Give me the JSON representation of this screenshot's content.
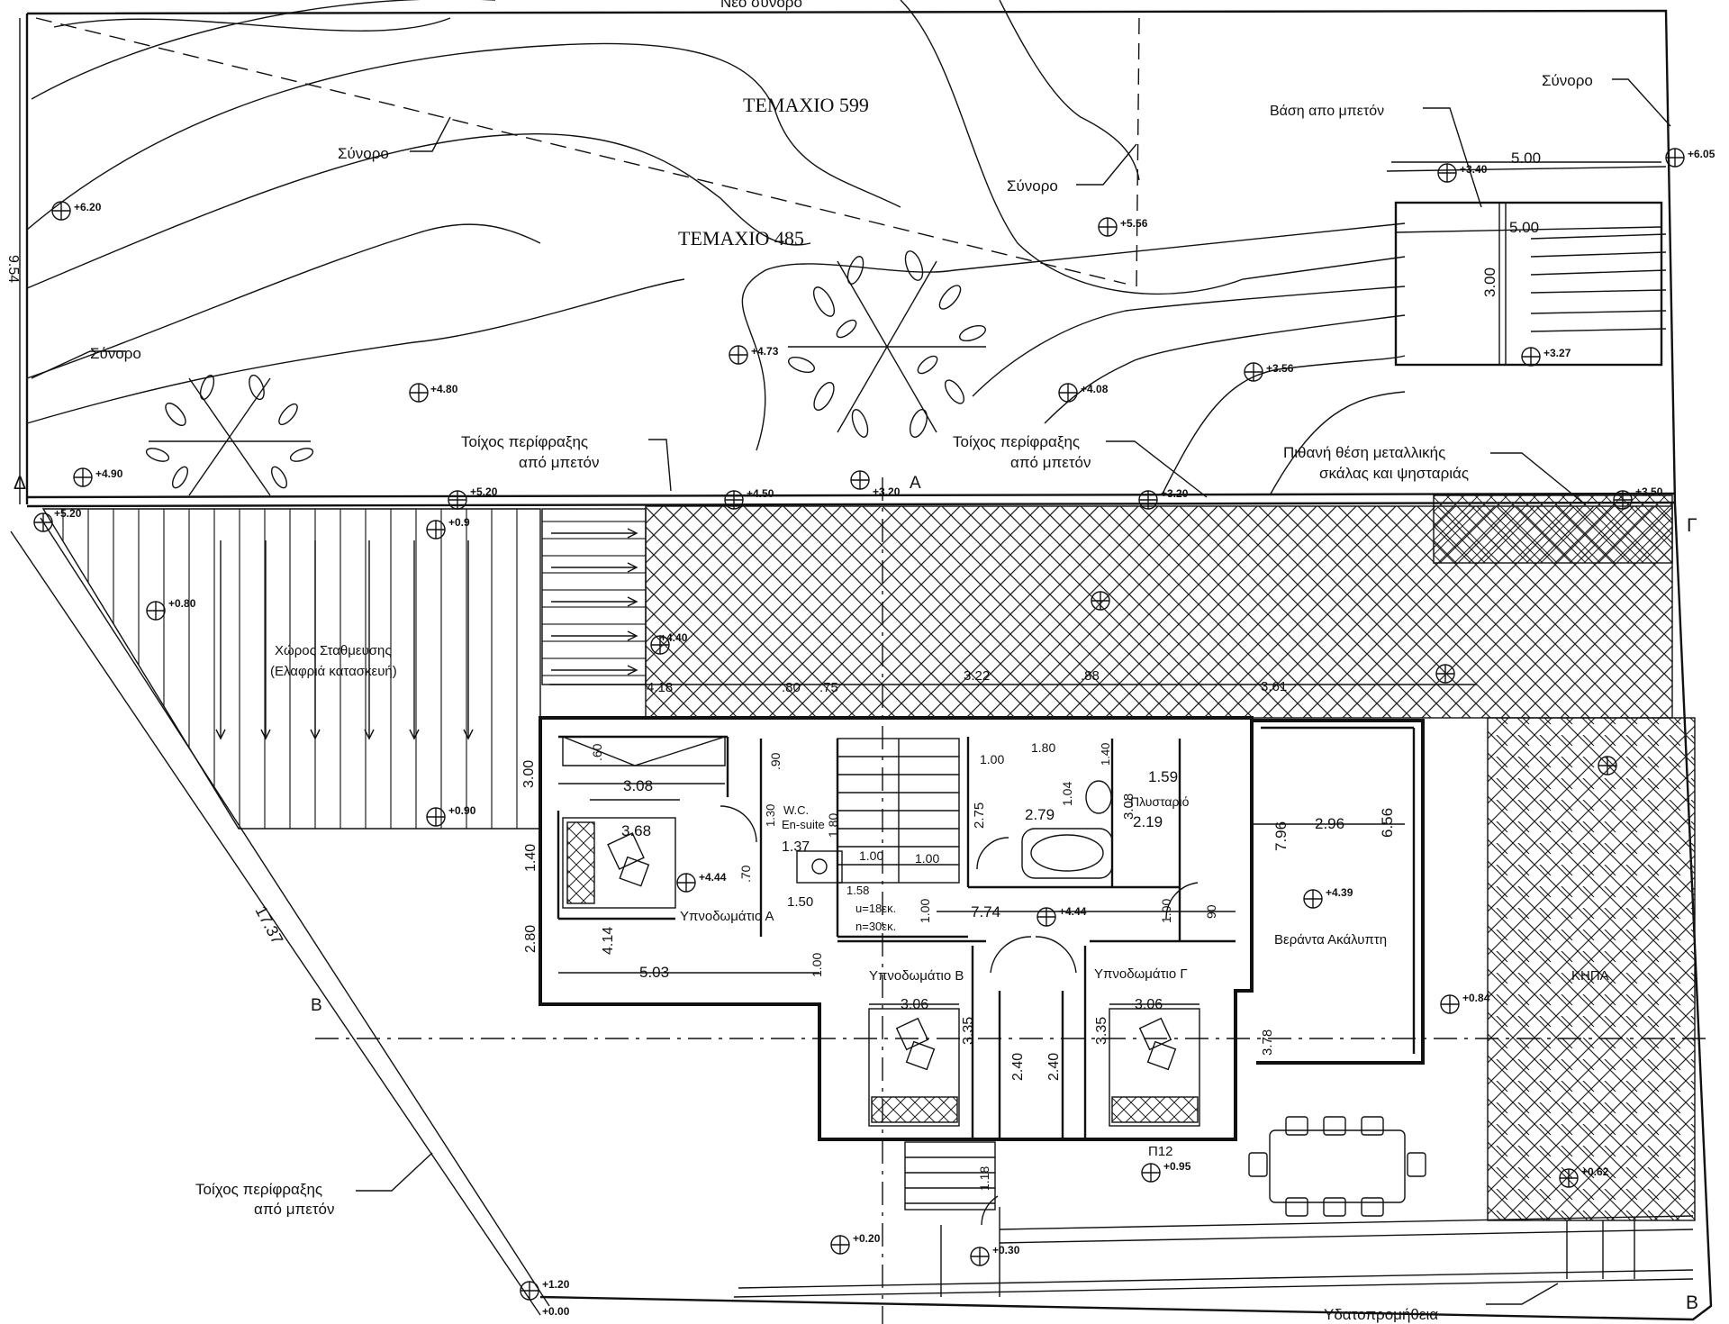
{
  "parcels": [
    "TEMAXIO 599",
    "TEMAXIO 485"
  ],
  "top_label": "Νέο σύνορο",
  "boundary_label": "Σύνορο",
  "labels": {
    "concrete_base": "Βάση απο μπετόν",
    "fence_wall_line1": "Τοίχος περίφραξης",
    "fence_wall_line2": "από μπετόν",
    "stair_line1": "Πιθανή θέση μεταλλικής",
    "stair_line2": "σκάλας και ψησταριάς",
    "parking_line1": "Χώρος Σταθμευσης",
    "parking_line2": "(Ελαφριά κατασκευή)",
    "bedroom_a": "Υπνοδωμάτιο Α",
    "bedroom_b": "Υπνοδωμάτιο Β",
    "bedroom_c": "Υπνοδωμάτιο Γ",
    "laundry": "Πλυσταριό",
    "wc": "W.C.",
    "ensuite": "En-suite",
    "veranda": "Βεράντα Ακάλυπτη",
    "garden": "ΚΗΠΑ",
    "water": "Υδατοπρομήθεια",
    "stair_u": "u=18εκ.",
    "stair_n": "n=30εκ.",
    "p12": "Π12"
  },
  "section_letters": {
    "a": "A",
    "b": "B",
    "d": "Δ",
    "g": "Γ"
  },
  "dimensions": {
    "base_w1": "5.00",
    "base_w2": "5.00",
    "base_h": "3.00",
    "left_edge": "9.54",
    "diag": "17.37",
    "d3_08": "3.08",
    "d3_68": "3.68",
    "d5_03": "5.03",
    "d4_14": "4.14",
    "d3_00": "3.00",
    "d1_40": "1.40",
    "d2_80": "2.80",
    "d60": ".60",
    "d90": ".90",
    "d1_37": "1.37",
    "d1_30": "1.30",
    "d1_80": "1.80",
    "d1_00": "1.00",
    "d70": ".70",
    "d1_50": "1.50",
    "d2_75": "2.75",
    "d2_79": "2.79",
    "d1_04": "1.04",
    "d1_59": "1.59",
    "d2_19": "2.19",
    "d3_08b": "3.08",
    "d7_74": "7.74",
    "d7_96": "7.96",
    "d2_96": "2.96",
    "d6_56": "6.56",
    "d3_06": "3.06",
    "d3_35": "3.35",
    "d2_40": "2.40",
    "d3_78": "3.78",
    "d1_18": "1.18",
    "d4_18": "4.18",
    "d80": ".80",
    "d75": ".75",
    "d3_22": "3.22",
    "d88": ".88",
    "d3_61": "3.61",
    "d1_58": "1.58",
    "d90b": "90"
  },
  "levels": {
    "l1": "+6.20",
    "l2": "+4.80",
    "l3": "+4.90",
    "l4": "+4.73",
    "l5": "+5.56",
    "l6": "+4.08",
    "l7": "+3.56",
    "l8": "+3.27",
    "l9": "+6.05",
    "l10": "+3.40",
    "l11": "+5.20",
    "l12": "+5.20",
    "l13": "+0.9",
    "l14": "+0.80",
    "l15": "+0.90",
    "l16": "+4.44",
    "l17": "+4.44",
    "l18": "+4.39",
    "l19": "+0.84",
    "l20": "+0.95",
    "l21": "+0.20",
    "l22": "+0.30",
    "l23": "+1.20",
    "l24": "+0.00",
    "l25": "+0.62",
    "l26": "+3.20",
    "l27": "+4.50",
    "l28": "+3.20",
    "l29": "+3.50",
    "l30": "+4.40"
  }
}
